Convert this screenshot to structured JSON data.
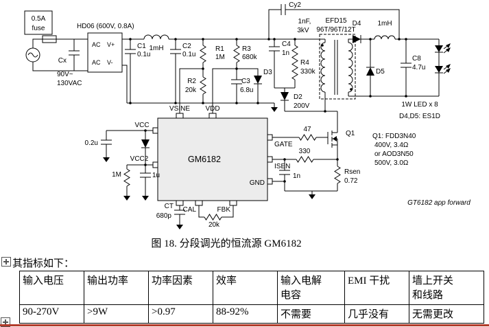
{
  "schematic": {
    "fuse": {
      "line1": "0.5A",
      "line2": "fuse"
    },
    "bridge": {
      "part": "HD06 (600V, 0.8A)",
      "ac1": "AC",
      "vplus": "V+",
      "ac2": "AC",
      "vminus": "V-"
    },
    "input": {
      "line1": "90V~",
      "line2": "130VAC"
    },
    "cx": {
      "ref": "Cx"
    },
    "c1": {
      "ref": "C1",
      "val": "0.1u"
    },
    "l1": {
      "val": "1mH"
    },
    "c2": {
      "ref": "C2",
      "val": "0.1u"
    },
    "r1": {
      "ref": "R1",
      "val": "1M"
    },
    "r2": {
      "ref": "R2",
      "val": "20k"
    },
    "r3": {
      "ref": "R3",
      "val": "680k"
    },
    "d3": {
      "ref": "D3"
    },
    "c3": {
      "ref": "C3",
      "val": "6.8u"
    },
    "c4": {
      "ref": "C4",
      "val": "1n"
    },
    "r4": {
      "ref": "R4",
      "val": "330k"
    },
    "cy2": {
      "ref": "Cy2",
      "val1": "1nF,",
      "val2": "3kV"
    },
    "transformer": {
      "line1": "EFD15",
      "line2": "96T/96T/12T"
    },
    "d4": {
      "ref": "D4"
    },
    "l2": {
      "val": "1mH"
    },
    "c8": {
      "ref": "C8",
      "val": "4.7u"
    },
    "d5": {
      "ref": "D5"
    },
    "led": {
      "label": "1W LED x 8"
    },
    "diode_note": "D4,D5: ES1D",
    "d2": {
      "ref": "D2",
      "val": "200V"
    },
    "ic": {
      "part": "GM6182"
    },
    "pins": {
      "vsine": "VSINE",
      "vdd": "VDD",
      "vcc": "VCC",
      "vcc2": "VCC2",
      "gate": "GATE",
      "isen": "ISEN",
      "gnd": "GND",
      "ct": "CT",
      "cal": "CAL",
      "fbk": "FBK"
    },
    "rgate": {
      "val": "47"
    },
    "q1": {
      "ref": "Q1",
      "note1": "Q1: FDD3N40",
      "note2": "400V, 3.4Ω",
      "note3": "or AOD3N50",
      "note4": "500V, 3.0Ω"
    },
    "risen": {
      "val": "330"
    },
    "cisen": {
      "val": "1n"
    },
    "rsen": {
      "ref": "Rsen",
      "val": "0.72"
    },
    "cvcc": {
      "val": "0.2u"
    },
    "rvcc2": {
      "val": "1M"
    },
    "cvcc2": {
      "val": "1u"
    },
    "cct": {
      "val": "680p"
    },
    "rcal": {
      "val": "20k"
    },
    "app_note": "GT6182 app forward"
  },
  "caption": "图 18. 分段调光的恒流源 GM6182",
  "intro": "其指标如下：",
  "table": {
    "headers": [
      "输入电压",
      "输出功率",
      "功率因素",
      "效率",
      "输入电解\n电容",
      "EMI 干扰",
      "墙上开关\n和线路"
    ],
    "row": [
      "90-270V",
      ">9W",
      ">0.97",
      "88-92%",
      "不需要",
      "几乎没有",
      "无需更改"
    ]
  }
}
